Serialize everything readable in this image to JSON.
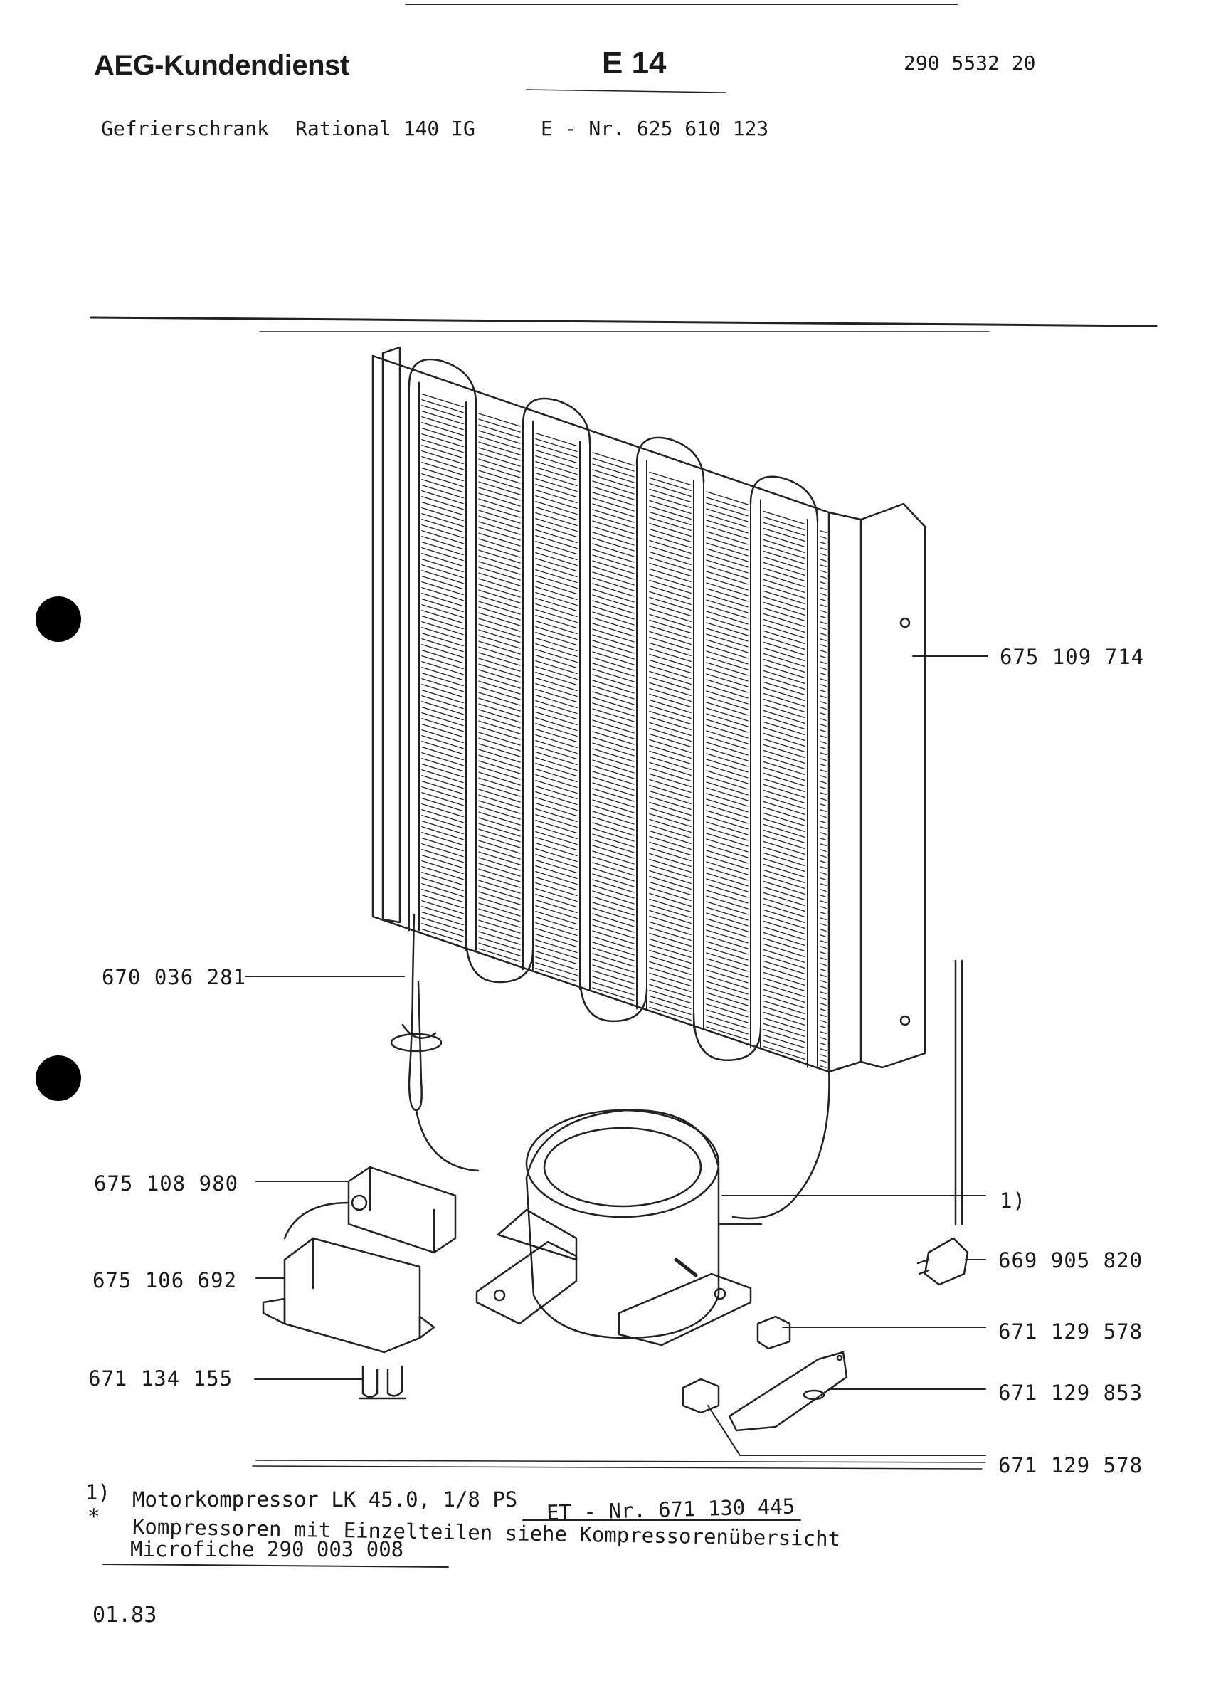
{
  "header": {
    "brand": "AEG-Kundendienst",
    "code": "E 14",
    "doc_number": "290 5532 20",
    "product_type": "Gefrierschrank",
    "model": "Rational 140 IG",
    "e_nr": "E - Nr. 625 610 123"
  },
  "parts": {
    "condenser": "675 109 714",
    "thermostat_sensor": "670 036 281",
    "relay": "675 108 980",
    "relay_cover": "675 106 692",
    "clip": "671 134 155",
    "compressor_ref": "1)",
    "power_cord": "669 905 820",
    "grommet_top": "671 129 578",
    "mounting_rail": "671 129 853",
    "grommet_bottom": "671 129 578"
  },
  "footnotes": {
    "marker_1": "1)",
    "line_1": "Motorkompressor LK 45.0, 1/8 PS",
    "line_1_et": "ET - Nr. 671 130 445",
    "marker_2": "*",
    "line_2": "Kompressoren mit Einzelteilen siehe Kompressorenübersicht",
    "line_3": "Microfiche 290 003 008"
  },
  "date": "01.83"
}
